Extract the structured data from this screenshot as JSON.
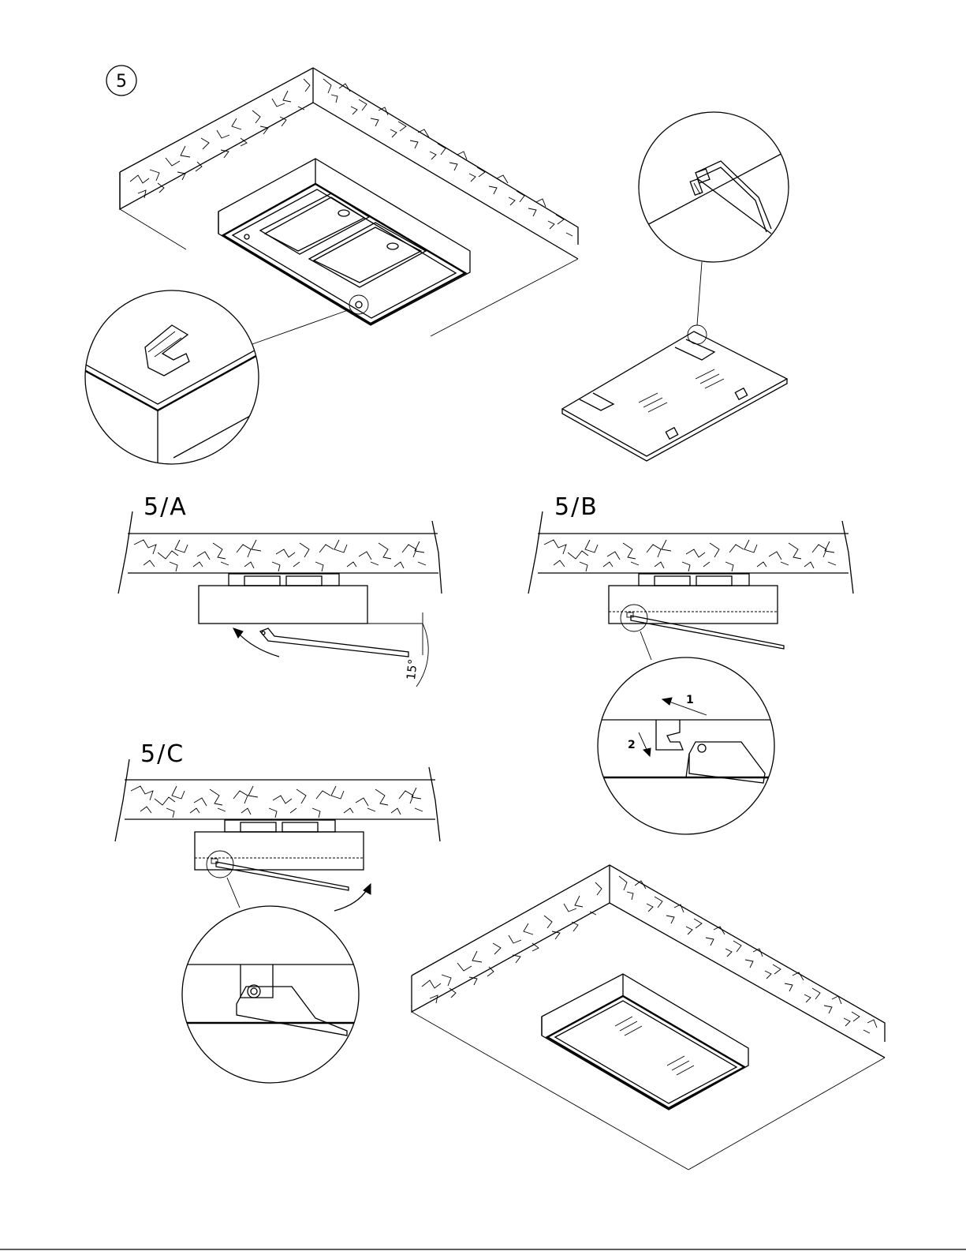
{
  "step": {
    "number": "5"
  },
  "panels": [
    {
      "id": "a",
      "label": "5/A"
    },
    {
      "id": "b",
      "label": "5/B"
    },
    {
      "id": "c",
      "label": "5/C"
    }
  ],
  "annotations": {
    "angle": "15°",
    "arrow_one": "1",
    "arrow_two": "2"
  },
  "colors": {
    "ink": "#000000",
    "paper": "#ffffff"
  }
}
